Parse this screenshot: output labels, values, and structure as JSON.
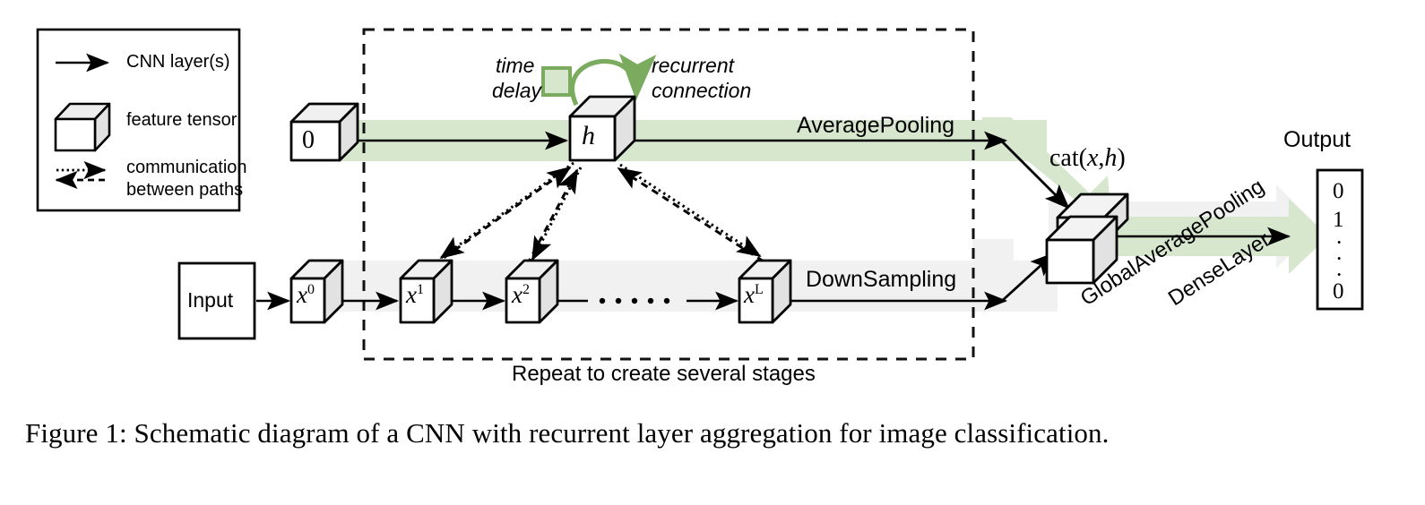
{
  "figure": {
    "caption": "Figure 1: Schematic diagram of a CNN with recurrent layer aggregation for image classification.",
    "repeat_note": "Repeat to create several stages"
  },
  "colors": {
    "band_green": "#d6e7cd",
    "band_gray": "#f1f1f1",
    "loop_green": "#7aab5e",
    "cube_face": "#ffffff",
    "cube_shade": "#e6e6e6",
    "stroke": "#000000"
  },
  "legend": {
    "items": [
      {
        "icon": "solid-arrow-icon",
        "label": "CNN layer(s)"
      },
      {
        "icon": "cuboid-icon",
        "label": "feature tensor"
      },
      {
        "icon": "bidirectional-dashed-arrow-icon",
        "label": "communication",
        "label2": "between paths"
      }
    ]
  },
  "diagram": {
    "input_block": {
      "label": "Input"
    },
    "hidden_path": {
      "init_cube": "0",
      "state_cube": "h",
      "time_delay_label_line1": "time",
      "time_delay_label_line2": "delay",
      "recurrent_label_line1": "recurrent",
      "recurrent_label_line2": "connection",
      "op_label": "AveragePooling"
    },
    "feature_path": {
      "cubes": [
        "x",
        "x",
        "x",
        "x"
      ],
      "superscripts": [
        "0",
        "1",
        "2",
        "L"
      ],
      "ellipsis": "......",
      "op_label": "DownSampling"
    },
    "concat": {
      "label_prefix": "cat(",
      "label_x": "x",
      "label_comma": ",",
      "label_h": "h",
      "label_suffix": ")"
    },
    "head": {
      "op_label_1": "GlobalAveragePooling",
      "op_label_2": "DenseLayer"
    },
    "output": {
      "title": "Output",
      "values": [
        "0",
        "1",
        "·",
        "·",
        "·",
        "0"
      ]
    }
  }
}
